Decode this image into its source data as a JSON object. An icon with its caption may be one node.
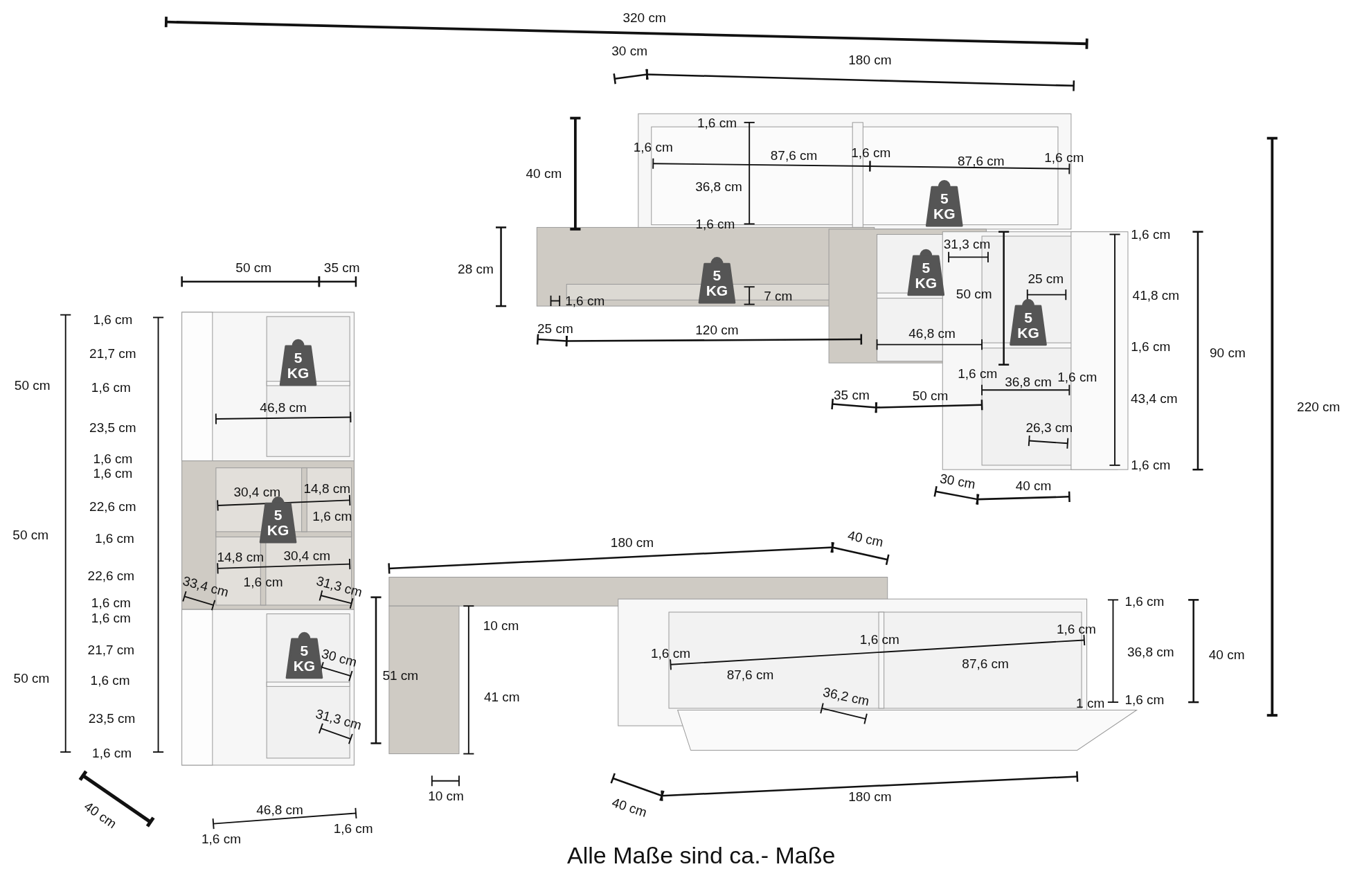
{
  "diagram": {
    "caption": "Alle Maße sind ca.- Maße",
    "labels": [
      "320 cm",
      "30 cm",
      "180 cm",
      "40 cm",
      "1,6 cm",
      "1,6 cm",
      "87,6 cm",
      "1,6 cm",
      "87,6 cm",
      "1,6 cm",
      "36,8 cm",
      "5 KG",
      "1,6 cm",
      "28 cm",
      "1,6 cm",
      "31,3 cm",
      "5 KG",
      "5 KG",
      "7 cm",
      "25 cm",
      "50 cm",
      "41,8 cm",
      "1,6 cm",
      "5 KG",
      "25 cm",
      "120 cm",
      "46,8 cm",
      "1,6 cm",
      "90 cm",
      "1,6 cm",
      "36,8 cm",
      "1,6 cm",
      "35 cm",
      "50 cm",
      "43,4 cm",
      "220 cm",
      "26,3 cm",
      "1,6 cm",
      "30 cm",
      "40 cm",
      "50 cm",
      "35 cm",
      "1,6 cm",
      "21,7 cm",
      "50 cm",
      "1,6 cm",
      "5 KG",
      "46,8 cm",
      "23,5 cm",
      "1,6 cm",
      "1,6 cm",
      "30,4 cm",
      "14,8 cm",
      "22,6 cm",
      "5 KG",
      "1,6 cm",
      "50 cm",
      "1,6 cm",
      "14,8 cm",
      "30,4 cm",
      "22,6 cm",
      "1,6 cm",
      "33,4 cm",
      "31,3 cm",
      "1,6 cm",
      "1,6 cm",
      "21,7 cm",
      "5 KG",
      "30 cm",
      "50 cm",
      "1,6 cm",
      "23,5 cm",
      "31,3 cm",
      "1,6 cm",
      "40 cm",
      "46,8 cm",
      "1,6 cm",
      "1,6 cm",
      "180 cm",
      "40 cm",
      "10 cm",
      "1,6 cm",
      "1,6 cm",
      "1,6 cm",
      "1,6 cm",
      "36,8 cm",
      "40 cm",
      "51 cm",
      "87,6 cm",
      "87,6 cm",
      "41 cm",
      "36,2 cm",
      "1 cm",
      "1,6 cm",
      "10 cm",
      "40 cm",
      "180 cm"
    ]
  }
}
